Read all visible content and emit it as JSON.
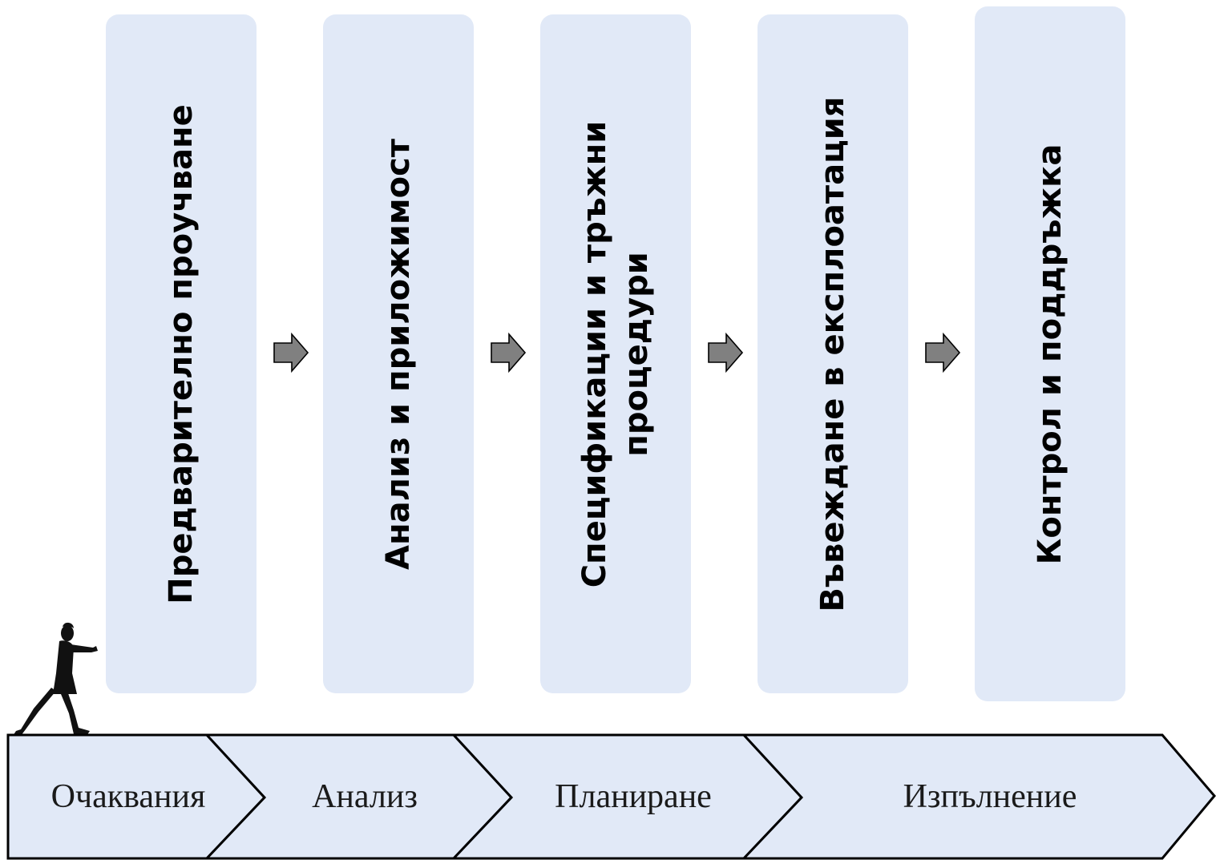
{
  "stages": [
    {
      "label": "Предварително проучване"
    },
    {
      "label": "Анализ  и приложимост"
    },
    {
      "label": "Спецификации и тръжни процедури"
    },
    {
      "label": "Въвеждане в експлоатация"
    },
    {
      "label": "Контрол и поддръжка"
    }
  ],
  "phases": [
    {
      "label": "Очаквания"
    },
    {
      "label": "Анализ"
    },
    {
      "label": "Планиране"
    },
    {
      "label": "Изпълнение"
    }
  ],
  "colors": {
    "panel_fill": "#e1e9f7",
    "chevron_fill": "#e1e9f7",
    "arrow_fill": "#808080",
    "outline": "#000000"
  },
  "icons": {
    "figure": "woman-silhouette-icon",
    "arrow": "right-arrow-icon"
  }
}
